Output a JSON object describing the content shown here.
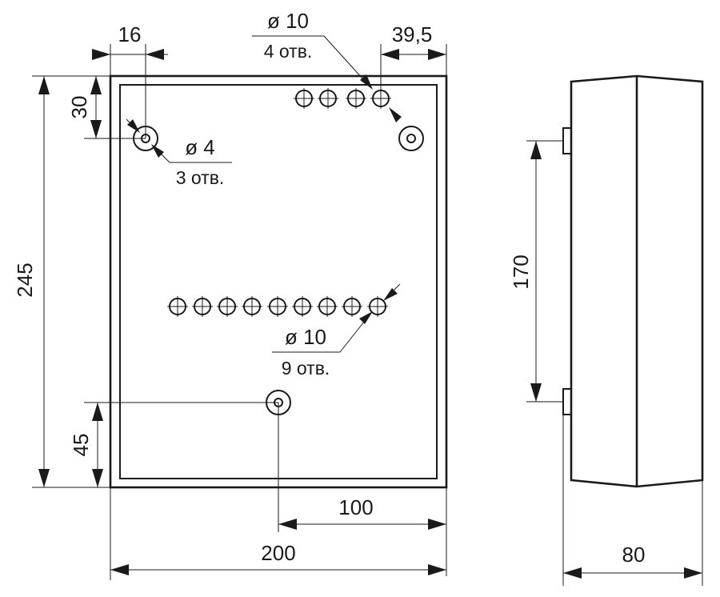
{
  "dimensions": {
    "width_total": "200",
    "width_hole": "100",
    "height_total": "245",
    "top_offset": "30",
    "bottom_offset": "45",
    "left_offset": "16",
    "right_offset": "39,5",
    "mount_spacing": "170",
    "depth": "80"
  },
  "callouts": {
    "top_holes": {
      "diameter": "ø 10",
      "count": "4 отв."
    },
    "mount_holes": {
      "diameter": "ø 4",
      "count": "3 отв."
    },
    "middle_holes": {
      "diameter": "ø 10",
      "count": "9 отв."
    }
  }
}
